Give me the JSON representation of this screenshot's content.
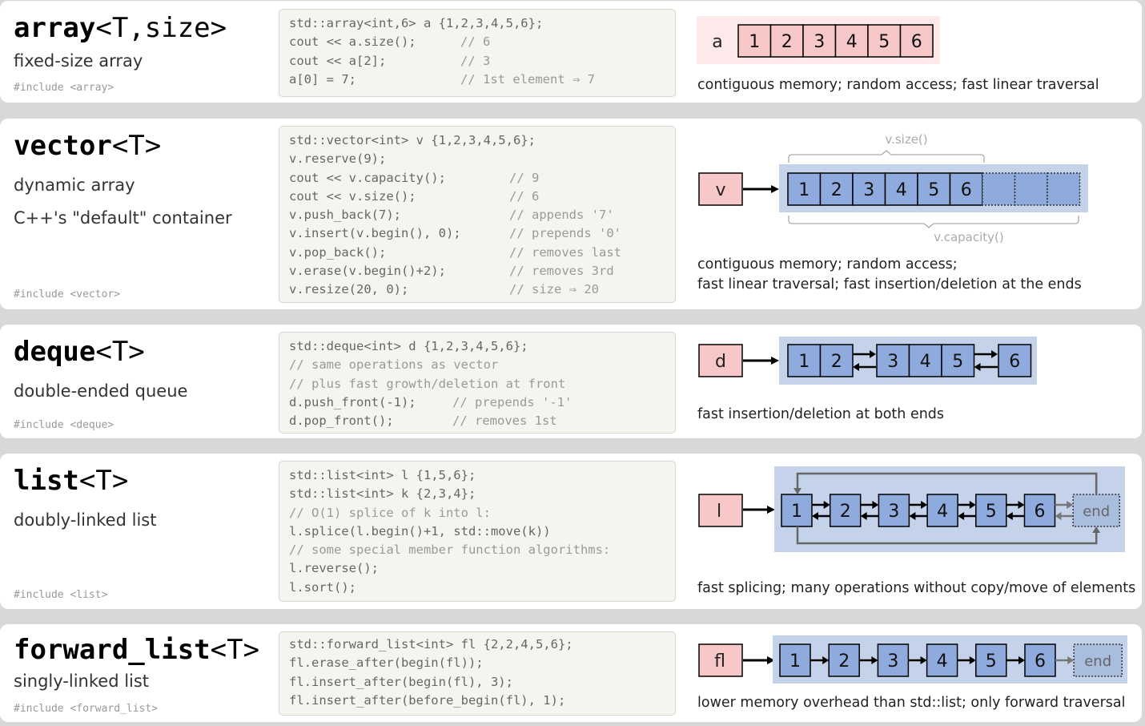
{
  "array": {
    "title": "array",
    "targs": "<T,size>",
    "subtitle": "fixed-size array",
    "include": "#include <array>",
    "code": [
      {
        "c": "std::array<int,6> a {1,2,3,4,5,6};",
        "m": ""
      },
      {
        "c": "cout << a.size();",
        "m": "// 6"
      },
      {
        "c": "cout << a[2];",
        "m": "// 3"
      },
      {
        "c": "a[0] = 7;",
        "m": "// 1st element ⇒ 7"
      }
    ],
    "diagram": {
      "var": "a",
      "cells": [
        "1",
        "2",
        "3",
        "4",
        "5",
        "6"
      ]
    },
    "note": "contiguous memory; random access; fast linear traversal"
  },
  "vector": {
    "title": "vector",
    "targs": "<T>",
    "subtitle": "dynamic array",
    "subtitle2": "C++'s \"default\" container",
    "include": "#include <vector>",
    "code": [
      {
        "c": "std::vector<int> v {1,2,3,4,5,6};",
        "m": ""
      },
      {
        "c": "v.reserve(9);",
        "m": ""
      },
      {
        "c": "cout << v.capacity();",
        "m": "// 9"
      },
      {
        "c": "cout << v.size();",
        "m": "// 6"
      },
      {
        "c": "v.push_back(7);",
        "m": "// appends '7'"
      },
      {
        "c": "v.insert(v.begin(), 0);",
        "m": "// prepends '0'"
      },
      {
        "c": "v.pop_back();",
        "m": "// removes last"
      },
      {
        "c": "v.erase(v.begin()+2);",
        "m": "// removes 3rd"
      },
      {
        "c": "v.resize(20, 0);",
        "m": "// size ⇒ 20"
      }
    ],
    "diagram": {
      "var": "v",
      "cells": [
        "1",
        "2",
        "3",
        "4",
        "5",
        "6"
      ],
      "size_label": "v.size()",
      "capacity_label": "v.capacity()"
    },
    "note": "contiguous memory; random access;",
    "note2": "fast linear traversal; fast insertion/deletion at the ends"
  },
  "deque": {
    "title": "deque",
    "targs": "<T>",
    "subtitle": "double-ended queue",
    "include": "#include <deque>",
    "code": [
      {
        "c": "std::deque<int> d {1,2,3,4,5,6};",
        "m": ""
      },
      {
        "c": "",
        "m": "",
        "full": "// same operations as vector"
      },
      {
        "c": "",
        "m": "",
        "full": "// plus fast growth/deletion at front"
      },
      {
        "c": "d.push_front(-1);",
        "m": "// prepends '-1'"
      },
      {
        "c": "d.pop_front();",
        "m": "// removes 1st"
      }
    ],
    "diagram": {
      "var": "d",
      "cells": [
        "1",
        "2",
        "3",
        "4",
        "5",
        "6"
      ]
    },
    "note": "fast insertion/deletion at both ends"
  },
  "list": {
    "title": "list",
    "targs": "<T>",
    "subtitle": "doubly-linked list",
    "include": "#include <list>",
    "code": [
      {
        "c": "std::list<int> l {1,5,6};",
        "m": ""
      },
      {
        "c": "std::list<int> k {2,3,4};",
        "m": ""
      },
      {
        "c": "",
        "m": "",
        "full": "// O(1) splice of k into l:"
      },
      {
        "c": "l.splice(l.begin()+1, std::move(k))",
        "m": ""
      },
      {
        "c": "",
        "m": "",
        "full": "// some special member function algorithms:"
      },
      {
        "c": "l.reverse();",
        "m": ""
      },
      {
        "c": "l.sort();",
        "m": ""
      }
    ],
    "diagram": {
      "var": "l",
      "cells": [
        "1",
        "2",
        "3",
        "4",
        "5",
        "6"
      ],
      "end": "end"
    },
    "note": "fast splicing; many operations without copy/move of elements"
  },
  "forward_list": {
    "title": "forward_list",
    "targs": "<T>",
    "subtitle": "singly-linked list",
    "include": "#include <forward_list>",
    "code": [
      {
        "c": "std::forward_list<int> fl {2,2,4,5,6};",
        "m": ""
      },
      {
        "c": "fl.erase_after(begin(fl));",
        "m": ""
      },
      {
        "c": "fl.insert_after(begin(fl), 3);",
        "m": ""
      },
      {
        "c": "fl.insert_after(before_begin(fl), 1);",
        "m": ""
      }
    ],
    "diagram": {
      "var": "fl",
      "cells": [
        "1",
        "2",
        "3",
        "4",
        "5",
        "6"
      ],
      "end": "end"
    },
    "note": "lower memory overhead than std::list; only forward traversal"
  },
  "colors": {
    "var_box": "#f8c8c8",
    "node": "#8faadc",
    "node_bg": "#c5d3ea",
    "array_bg": "#fde9e9"
  }
}
